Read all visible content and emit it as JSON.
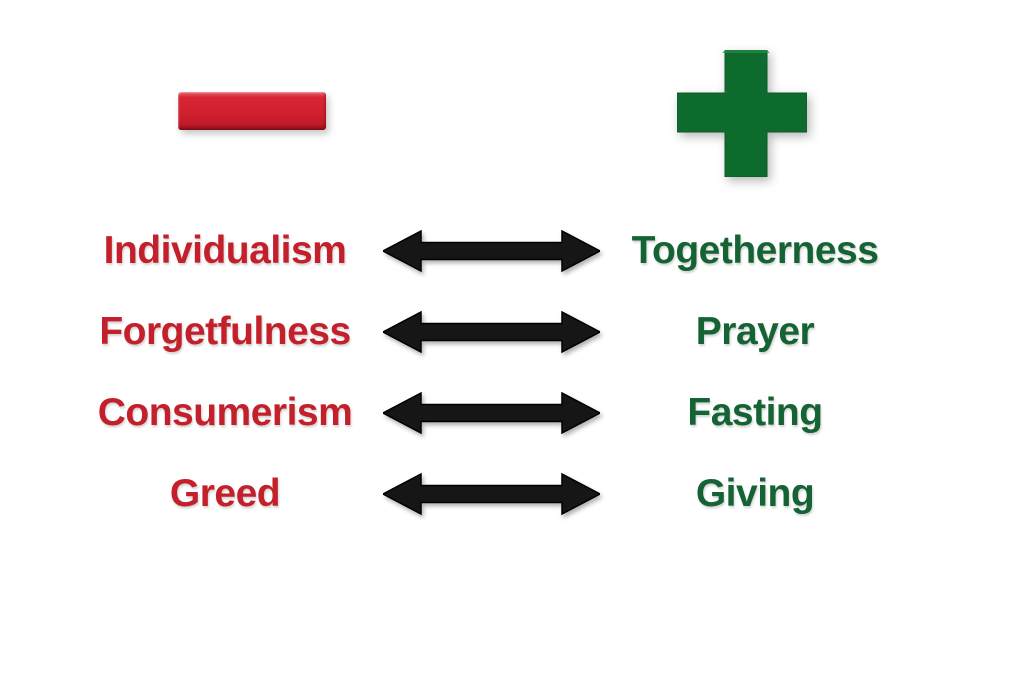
{
  "diagram": {
    "background_color": "#ffffff",
    "symbols": {
      "minus": {
        "icon": "minus-icon",
        "color": "#d02030",
        "meaning_column": "negative"
      },
      "plus": {
        "icon": "plus-icon",
        "color": "#0d6b2e",
        "meaning_column": "positive"
      }
    },
    "arrow": {
      "icon": "double-arrow-icon",
      "color": "#161616"
    },
    "colors": {
      "negative_text": "#c4202c",
      "positive_text": "#156334"
    },
    "rows": [
      {
        "negative": "Individualism",
        "positive": "Togetherness"
      },
      {
        "negative": "Forgetfulness",
        "positive": "Prayer"
      },
      {
        "negative": "Consumerism",
        "positive": "Fasting"
      },
      {
        "negative": "Greed",
        "positive": "Giving"
      }
    ]
  }
}
